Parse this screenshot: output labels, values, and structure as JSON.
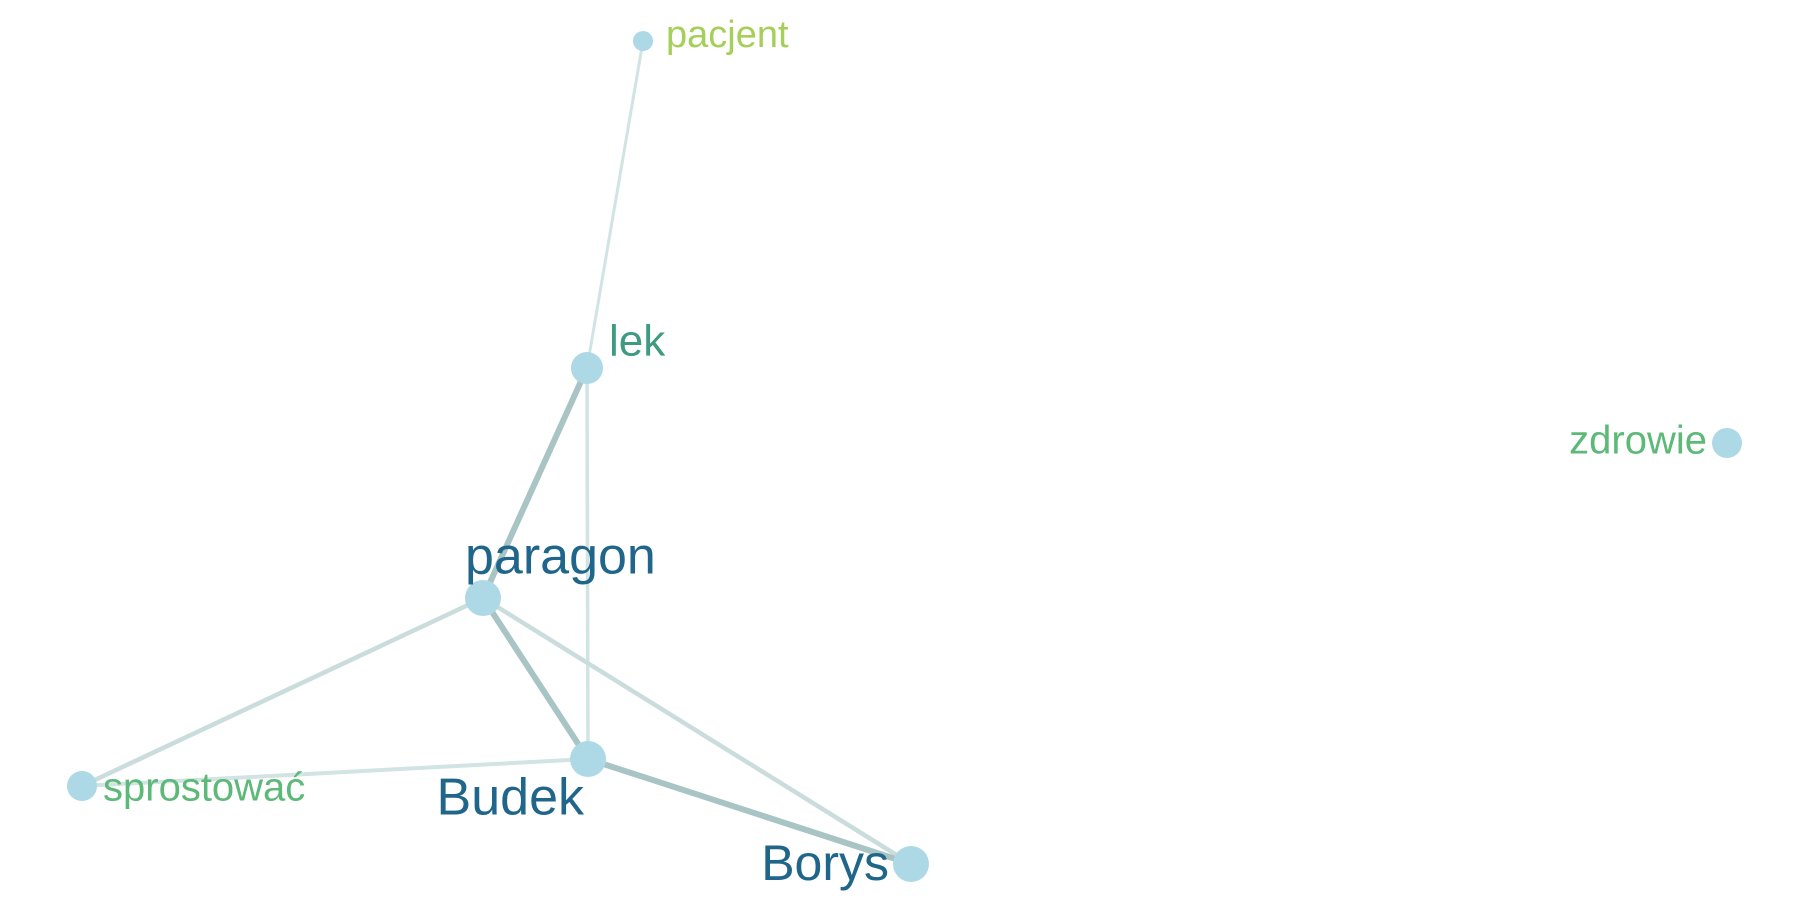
{
  "graph": {
    "node_color": "#add8e6",
    "nodes": [
      {
        "id": "pacjent",
        "label": "pacjent",
        "color": "#a6cf5a"
      },
      {
        "id": "lek",
        "label": "lek",
        "color": "#3f9a82"
      },
      {
        "id": "zdrowie",
        "label": "zdrowie",
        "color": "#5cb978"
      },
      {
        "id": "paragon",
        "label": "paragon",
        "color": "#20668a"
      },
      {
        "id": "sprostowac",
        "label": "sprostować",
        "color": "#5cb978"
      },
      {
        "id": "budek",
        "label": "Budek",
        "color": "#20668a"
      },
      {
        "id": "borys",
        "label": "Borys",
        "color": "#20668a"
      }
    ],
    "edges": [
      {
        "from": "pacjent",
        "to": "lek",
        "color": "#d2e3e3"
      },
      {
        "from": "lek",
        "to": "paragon",
        "color": "#a8c4c5"
      },
      {
        "from": "lek",
        "to": "budek",
        "color": "#d2e3e3"
      },
      {
        "from": "paragon",
        "to": "budek",
        "color": "#a8c4c5"
      },
      {
        "from": "paragon",
        "to": "borys",
        "color": "#cadcdc"
      },
      {
        "from": "paragon",
        "to": "sprostowac",
        "color": "#cadcdc"
      },
      {
        "from": "sprostowac",
        "to": "budek",
        "color": "#d2e3e3"
      },
      {
        "from": "budek",
        "to": "borys",
        "color": "#a8c4c5"
      }
    ]
  }
}
